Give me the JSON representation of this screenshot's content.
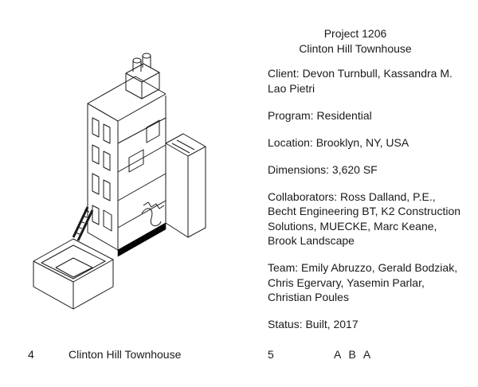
{
  "title": {
    "line1": "Project 1206",
    "line2": "Clinton Hill Townhouse"
  },
  "info": [
    "Client: Devon Turnbull, Kassandra M. Lao Pietri",
    "Program: Residential",
    "Location: Brooklyn, NY, USA",
    "Dimensions: 3,620 SF",
    "Collaborators: Ross Dalland, P.E., Becht Engineering BT, K2 Construction Solutions, MUECKE, Marc Keane, Brook Landscape",
    "Team: Emily Abruzzo, Gerald Bodziak, Chris Egervary, Yasemin Parlar, Christian Poules",
    "Status: Built, 2017"
  ],
  "footer": {
    "left_page_number": "4",
    "left_title": "Clinton Hill Townhouse",
    "right_page_number": "5",
    "right_title": "A B A"
  },
  "colors": {
    "ink": "#1a1a1a",
    "paper": "#ffffff"
  }
}
